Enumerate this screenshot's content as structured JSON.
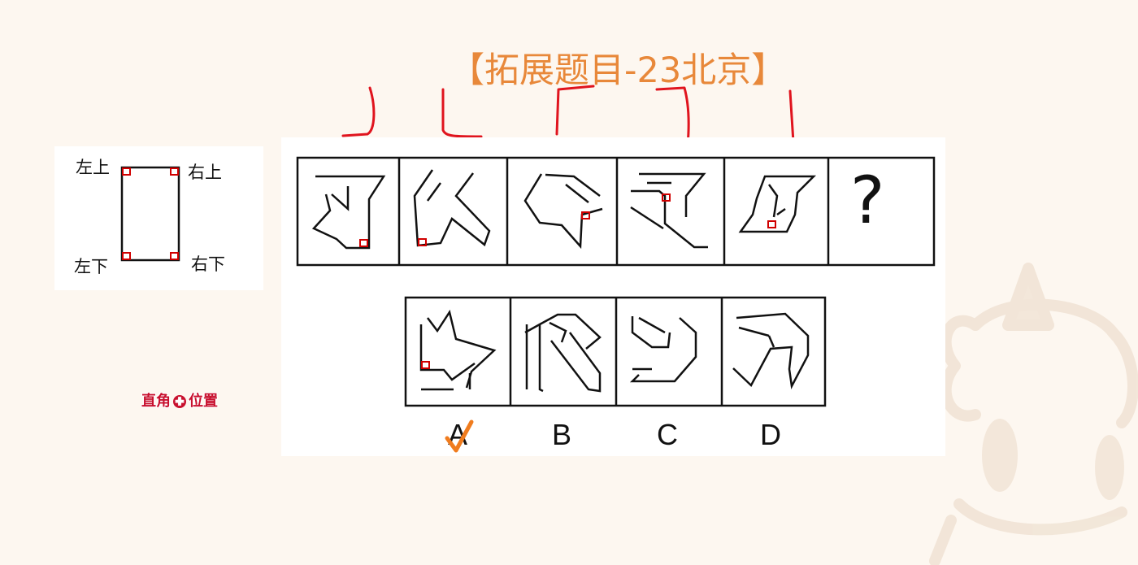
{
  "title": "【拓展题目-23北京】",
  "legend": {
    "top_left": "左上",
    "top_right": "右上",
    "bottom_left": "左下",
    "bottom_right": "右下"
  },
  "hint": {
    "part1": "直角",
    "plus": "+",
    "part2": "位置"
  },
  "question_mark": "?",
  "options": [
    "A",
    "B",
    "C",
    "D"
  ],
  "answer": "A",
  "colors": {
    "title": "#e8883a",
    "right_angle_marker": "#d00000",
    "annotation_pen": "#e0141e",
    "check_mark": "#f07c1e",
    "hint_text": "#c8102e"
  }
}
